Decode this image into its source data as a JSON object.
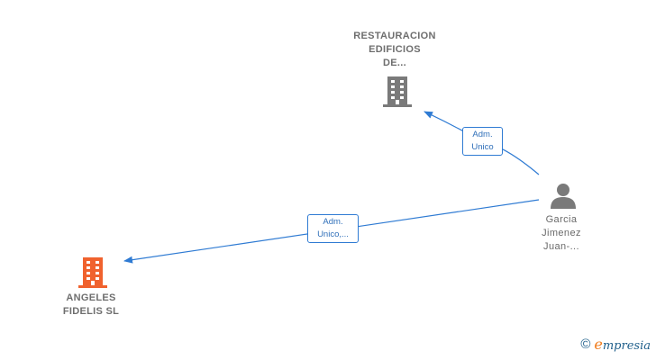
{
  "nodes": {
    "restauracion": {
      "label_lines": [
        "RESTAURACION",
        "EDIFICIOS",
        "DE..."
      ],
      "type": "company",
      "color": "#7a7a7a",
      "icon": "building-icon"
    },
    "angeles": {
      "label_lines": [
        "ANGELES",
        "FIDELIS  SL"
      ],
      "type": "company",
      "color": "#f0622e",
      "icon": "building-icon"
    },
    "garcia": {
      "label_lines": [
        "Garcia",
        "Jimenez",
        "Juan-..."
      ],
      "type": "person",
      "color": "#7a7a7a",
      "icon": "person-icon"
    }
  },
  "edges": {
    "to_restauracion": {
      "label_lines": [
        "Adm.",
        "Unico"
      ]
    },
    "to_angeles": {
      "label_lines": [
        "Adm.",
        "Unico,..."
      ]
    }
  },
  "colors": {
    "edge": "#2f7bd3"
  },
  "footer": {
    "copyright_symbol": "©",
    "brand_initial": "e",
    "brand_rest": "mpresia"
  }
}
